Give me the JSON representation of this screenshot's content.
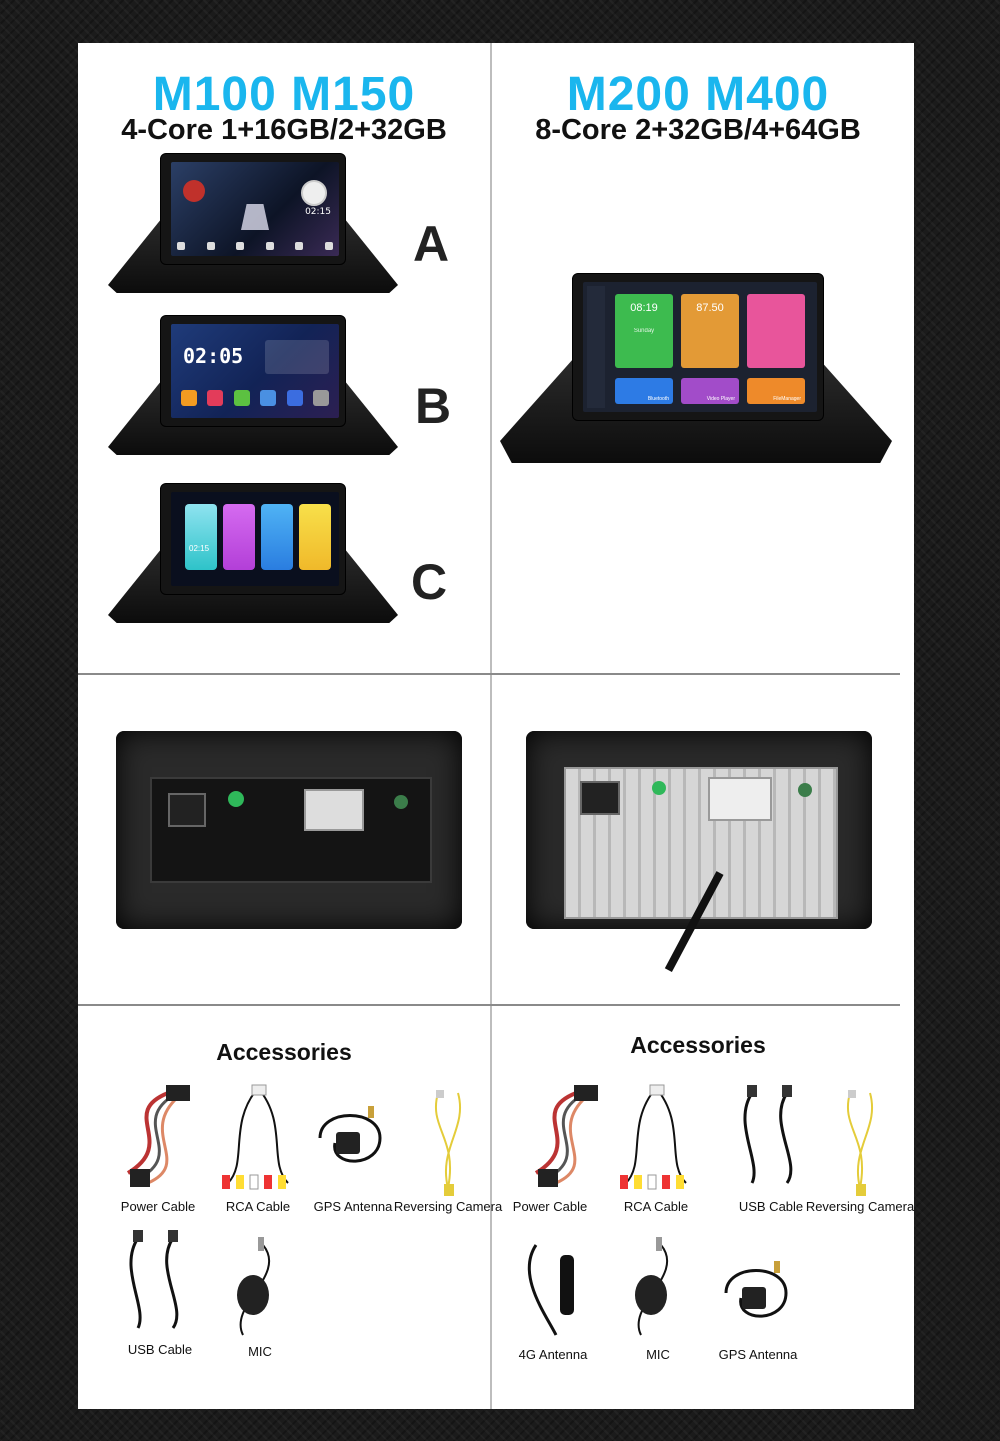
{
  "left_header": {
    "models": "M100 M150",
    "spec": "4-Core 1+16GB/2+32GB"
  },
  "right_header": {
    "models": "M200 M400",
    "spec": "8-Core 2+32GB/4+64GB"
  },
  "variants": [
    {
      "letter": "A",
      "clock": "02:15"
    },
    {
      "letter": "B",
      "clock": "02:05"
    },
    {
      "letter": "C",
      "clock": "02:15"
    }
  ],
  "right_unit": {
    "tiles": [
      {
        "text": "08:19",
        "sub": "Sunday",
        "color": "#3dbb4f"
      },
      {
        "text": "87.50",
        "sub": "",
        "color": "#e39a36"
      },
      {
        "text": "",
        "sub": "",
        "color": "#e8559b"
      }
    ],
    "apps": [
      {
        "label": "Bluetooth",
        "color": "#2d7be5"
      },
      {
        "label": "Video Player",
        "color": "#a24cc9"
      },
      {
        "label": "FileManager",
        "color": "#ee8a2a"
      }
    ]
  },
  "accessories_left": {
    "title": "Accessories",
    "items": [
      {
        "label": "Power Cable"
      },
      {
        "label": "RCA Cable"
      },
      {
        "label": "GPS Antenna"
      },
      {
        "label": "Reversing Camera"
      },
      {
        "label": "USB Cable"
      },
      {
        "label": "MIC"
      }
    ]
  },
  "accessories_right": {
    "title": "Accessories",
    "items": [
      {
        "label": "Power Cable"
      },
      {
        "label": "RCA Cable"
      },
      {
        "label": "USB Cable"
      },
      {
        "label": "Reversing Camera"
      },
      {
        "label": "4G Antenna"
      },
      {
        "label": "MIC"
      },
      {
        "label": "GPS Antenna"
      }
    ]
  }
}
